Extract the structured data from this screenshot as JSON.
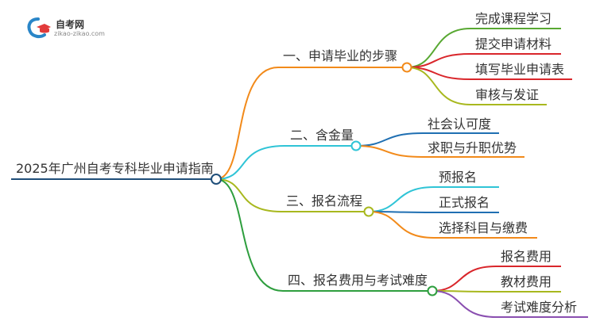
{
  "logo": {
    "title": "自考网",
    "subtitle": "zikao-zikao.com",
    "icon": "graduation-cap-icon"
  },
  "root": {
    "label": "2025年广州自考专科毕业申请指南",
    "color": "#1f4e79"
  },
  "branches": [
    {
      "label": "一、申请毕业的步骤",
      "color": "#f28a1a",
      "children": [
        {
          "label": "完成课程学习",
          "color": "#58a832"
        },
        {
          "label": "提交申请材料",
          "color": "#d9262b"
        },
        {
          "label": "填写毕业申请表",
          "color": "#d9262b"
        },
        {
          "label": "审核与发证",
          "color": "#a8b81e"
        }
      ]
    },
    {
      "label": "二、含金量",
      "color": "#2fc4d6",
      "children": [
        {
          "label": "社会认可度",
          "color": "#1f6fb2"
        },
        {
          "label": "求职与升职优势",
          "color": "#f28a1a"
        }
      ]
    },
    {
      "label": "三、报名流程",
      "color": "#a8b81e",
      "children": [
        {
          "label": "预报名",
          "color": "#2fc4d6"
        },
        {
          "label": "正式报名",
          "color": "#1f6fb2"
        },
        {
          "label": "选择科目与缴费",
          "color": "#f28a1a"
        }
      ]
    },
    {
      "label": "四、报名费用与考试难度",
      "color": "#2e9e3e",
      "children": [
        {
          "label": "报名费用",
          "color": "#d9262b"
        },
        {
          "label": "教材费用",
          "color": "#a8b81e"
        },
        {
          "label": "考试难度分析",
          "color": "#8a4fb0"
        }
      ]
    }
  ]
}
